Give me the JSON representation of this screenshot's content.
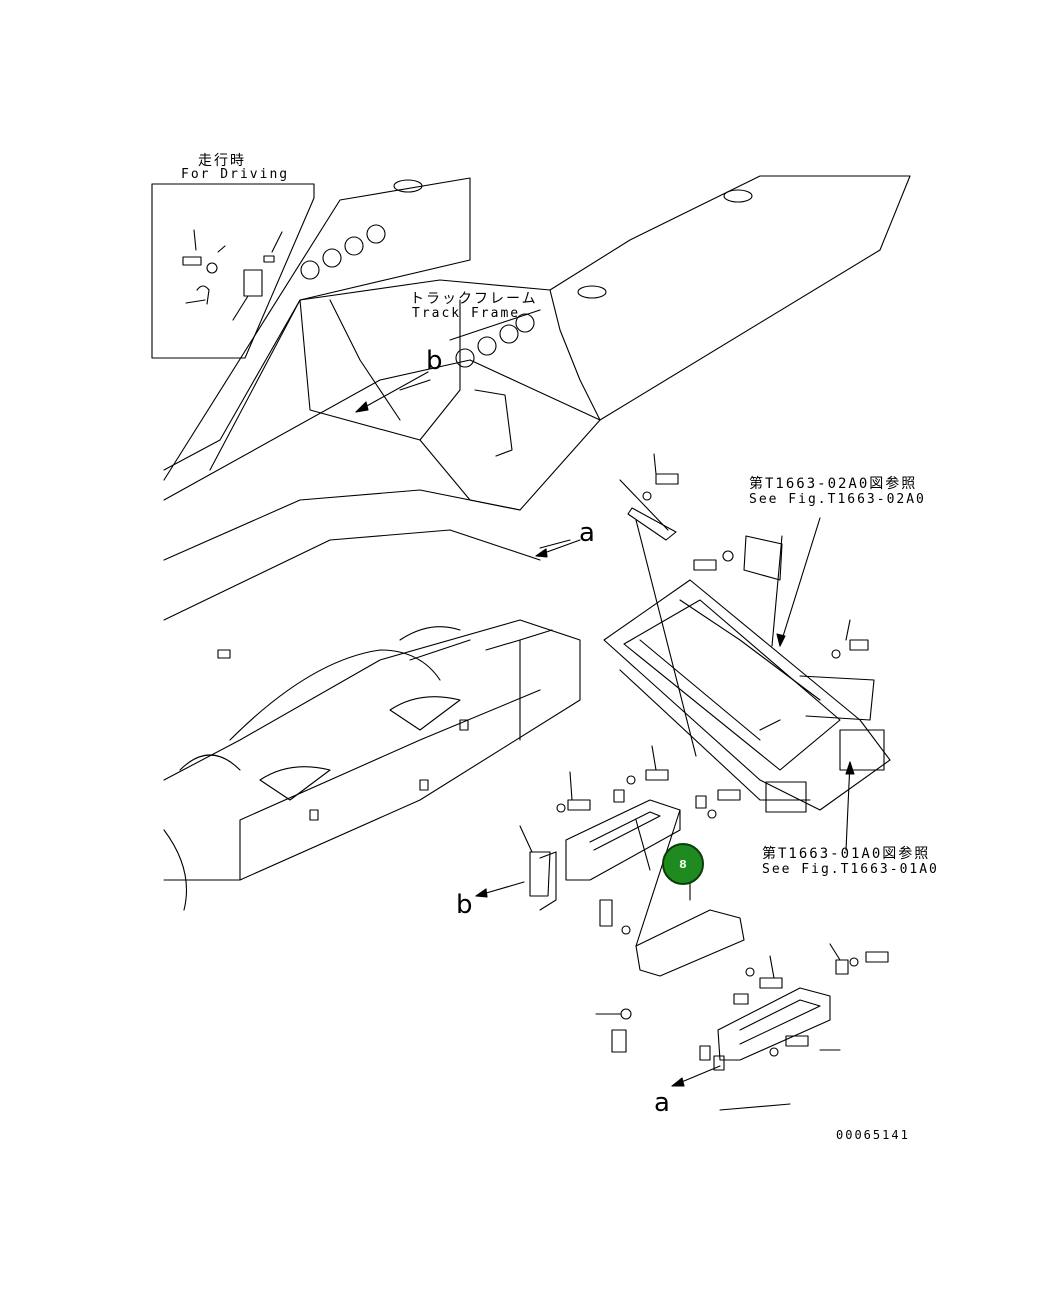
{
  "labels": {
    "inset_title_jp": "走行時",
    "inset_title_en": "For Driving",
    "track_frame_jp": "トラックフレーム",
    "track_frame_en": "Track Frame",
    "ref1_jp": "第T1663-02A0図参照",
    "ref1_en": "See Fig.T1663-02A0",
    "ref2_jp": "第T1663-01A0図参照",
    "ref2_en": "See Fig.T1663-01A0",
    "view_b_top": "b",
    "view_a_mid": "a",
    "view_b_bottom": "b",
    "view_a_bottom": "a",
    "part_number": "00065141",
    "callout_badge": "8"
  },
  "colors": {
    "line": "#000000",
    "background": "#ffffff",
    "badge_fill": "#1f8a1f",
    "badge_border": "#0b3d0b"
  }
}
